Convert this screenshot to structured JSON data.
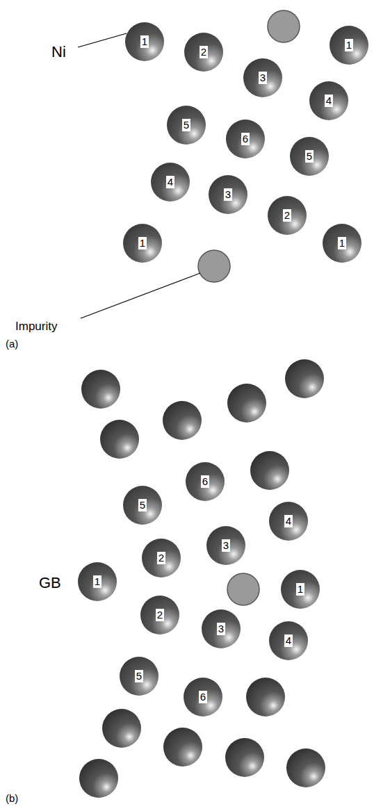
{
  "diagram": {
    "nodes": [
      {
        "text": [
          "1"
        ]
      },
      {
        "text": [
          "1"
        ]
      },
      {
        "text": [
          "2"
        ]
      },
      {
        "text": [
          "3"
        ]
      },
      {
        "text": [
          "4"
        ]
      },
      {
        "text": [
          "5"
        ]
      },
      {
        "text": [
          "6"
        ]
      },
      {
        "text": [
          "5"
        ]
      },
      {
        "text": [
          "4"
        ]
      },
      {
        "text": [
          "3"
        ]
      },
      {
        "text": [
          "2"
        ]
      },
      {
        "text": [
          "1"
        ]
      },
      {
        "text": [
          "1"
        ]
      },
      {
        "text": [
          "6"
        ]
      },
      {
        "text": [
          "5"
        ]
      },
      {
        "text": [
          "4"
        ]
      },
      {
        "text": [
          "3"
        ]
      },
      {
        "text": [
          "2"
        ]
      },
      {
        "text": [
          "1"
        ]
      },
      {
        "text": [
          "1"
        ]
      },
      {
        "text": [
          "2"
        ]
      },
      {
        "text": [
          "3"
        ]
      },
      {
        "text": [
          "4"
        ]
      },
      {
        "text": [
          "5"
        ]
      },
      {
        "text": [
          "6"
        ]
      }
    ],
    "labels": [
      "Ni",
      "Impurity",
      "(a)",
      "GB",
      "(b)"
    ]
  }
}
